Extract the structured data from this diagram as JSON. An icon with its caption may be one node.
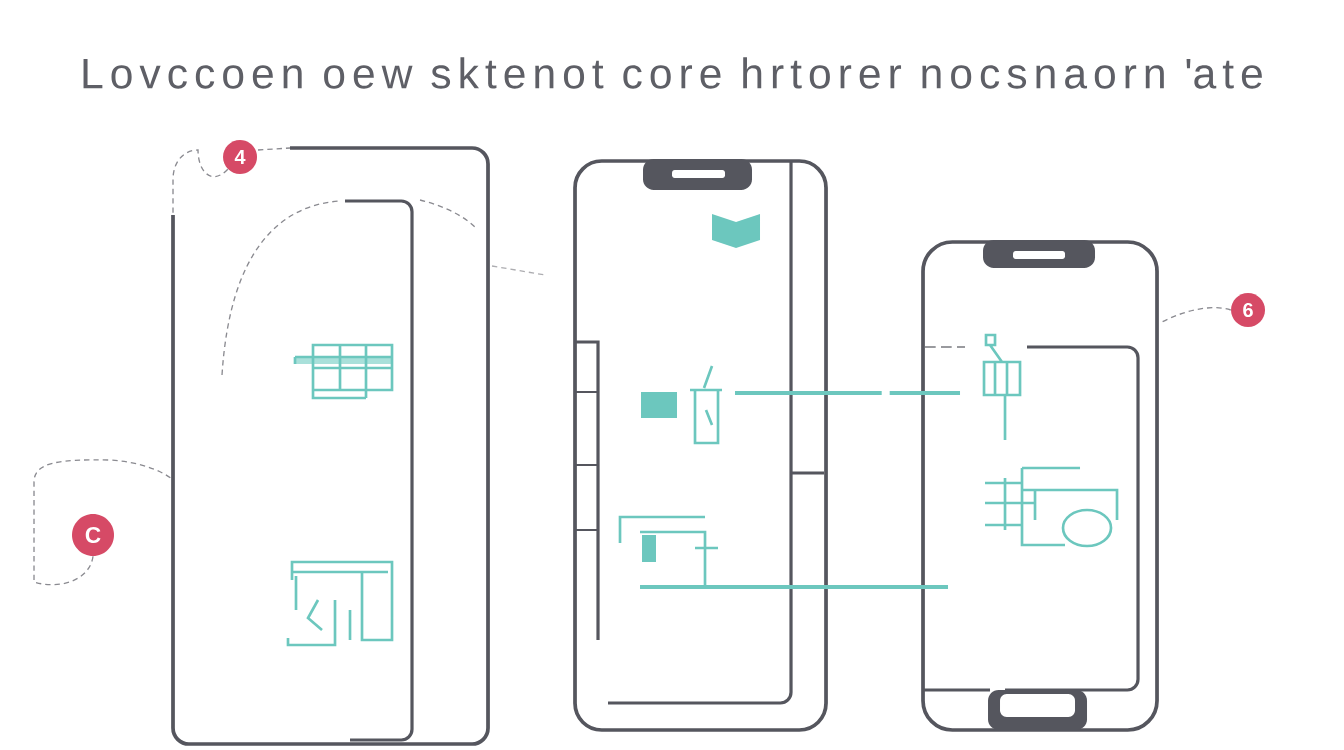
{
  "diagram": {
    "title": "Lovccoen oew sktenot core hrtorer nocsnaorn 'ate",
    "nodes": [
      {
        "text": [
          "4"
        ]
      },
      {
        "text": [
          "6"
        ]
      },
      {
        "text": [
          "C"
        ]
      }
    ],
    "edges": [
      {
        "from": 0,
        "to": null,
        "arrow": "none",
        "style": "dashed"
      },
      {
        "from": 1,
        "to": null,
        "arrow": "none",
        "style": "dashed"
      },
      {
        "from": 2,
        "to": null,
        "arrow": "none",
        "style": "dashed"
      }
    ]
  }
}
